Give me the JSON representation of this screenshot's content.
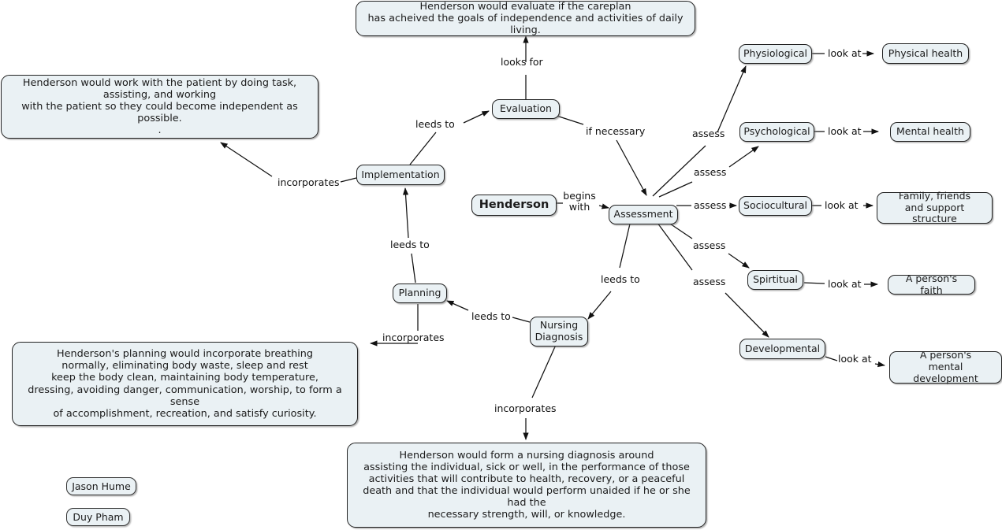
{
  "map": {
    "title": "Henderson Nursing Theory Concept Map",
    "node_fill": "#eaf1f4",
    "node_stroke": "#222222",
    "edge_color": "#111111",
    "background": "#ffffff"
  },
  "nodes": {
    "root": "Henderson",
    "evaluation": "Evaluation",
    "evaluation_note": "Henderson would evaluate if the careplan\nhas acheived the goals of independence and activities of daily living.",
    "implementation": "Implementation",
    "implementation_note": "Henderson would work with the patient by doing task,\nassisting, and working\nwith the patient so they could become independent as possible.\n.",
    "planning": "Planning",
    "planning_note": "Henderson's planning would incorporate breathing\nnormally, eliminating body waste, sleep and rest\nkeep the body clean, maintaining body temperature,\ndressing, avoiding danger, communication, worship, to form a sense\nof accomplishment, recreation, and satisfy curiosity.",
    "nursing_diagnosis": "Nursing\nDiagnosis",
    "nursing_diagnosis_note": "Henderson would form a nursing diagnosis around\nassisting the individual, sick or well, in the performance of those\nactivities that will contribute to health, recovery, or a peaceful\ndeath and that the individual would perform unaided if he or she had the\nnecessary strength, will, or knowledge.",
    "assessment": "Assessment",
    "physiological": "Physiological",
    "physical_health": "Physical health",
    "psychological": "Psychological",
    "mental_health": "Mental health",
    "sociocultural": "Sociocultural",
    "family_friends": "Family, friends\nand support structure",
    "spiritual": "Spirtitual",
    "persons_faith": "A person's faith",
    "developmental": "Developmental",
    "mental_development": "A person's\nmental development"
  },
  "edge_labels": {
    "looks_for": "looks for",
    "leeds_to_eval": "leeds to",
    "if_necessary": "if necessary",
    "begins_with": "begins\nwith",
    "incorporates_impl": "incorporates",
    "leeds_to_impl": "leeds to",
    "leeds_to_plan": "leeds to",
    "incorporates_plan": "incorporates",
    "leeds_to_nd": "leeds to",
    "incorporates_nd": "incorporates",
    "assess_physiological": "assess",
    "assess_psychological": "assess",
    "assess_sociocultural": "assess",
    "assess_spiritual": "assess",
    "assess_developmental": "assess",
    "look_at_physical": "look at",
    "look_at_mental": "look at",
    "look_at_family": "look at",
    "look_at_faith": "look at",
    "look_at_development": "look at"
  },
  "authors": [
    {
      "name": "Jason Hume"
    },
    {
      "name": "Duy Pham"
    }
  ]
}
